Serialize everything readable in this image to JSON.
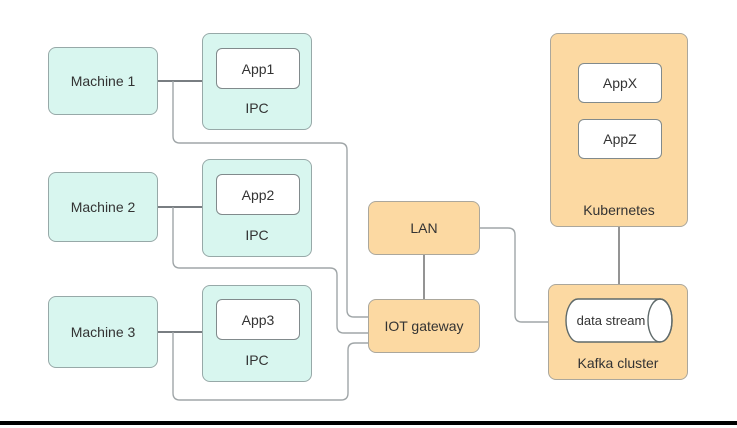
{
  "diagram": {
    "machines": [
      {
        "label": "Machine 1"
      },
      {
        "label": "Machine 2"
      },
      {
        "label": "Machine 3"
      }
    ],
    "ipcs": [
      {
        "label": "IPC",
        "app": "App1"
      },
      {
        "label": "IPC",
        "app": "App2"
      },
      {
        "label": "IPC",
        "app": "App3"
      }
    ],
    "lan": {
      "label": "LAN"
    },
    "iot_gateway": {
      "label": "IOT gateway"
    },
    "kubernetes": {
      "label": "Kubernetes",
      "apps": [
        "AppX",
        "AppZ"
      ]
    },
    "kafka": {
      "label": "Kafka cluster",
      "cylinder_label": "data stream"
    },
    "colors": {
      "machine_fill": "#D8F6EF",
      "machine_border": "#97A9A8",
      "hub_fill": "#FCD9A2",
      "hub_border": "#ABA79C",
      "inner_box_fill": "#FFFFFF",
      "inner_box_border": "#818A8C",
      "text": "#333333",
      "edge_direct": "#4D5359",
      "edge_routed": "#A0A6A8",
      "edge_hub": "#666666",
      "bottom_rule": "#000000"
    }
  }
}
